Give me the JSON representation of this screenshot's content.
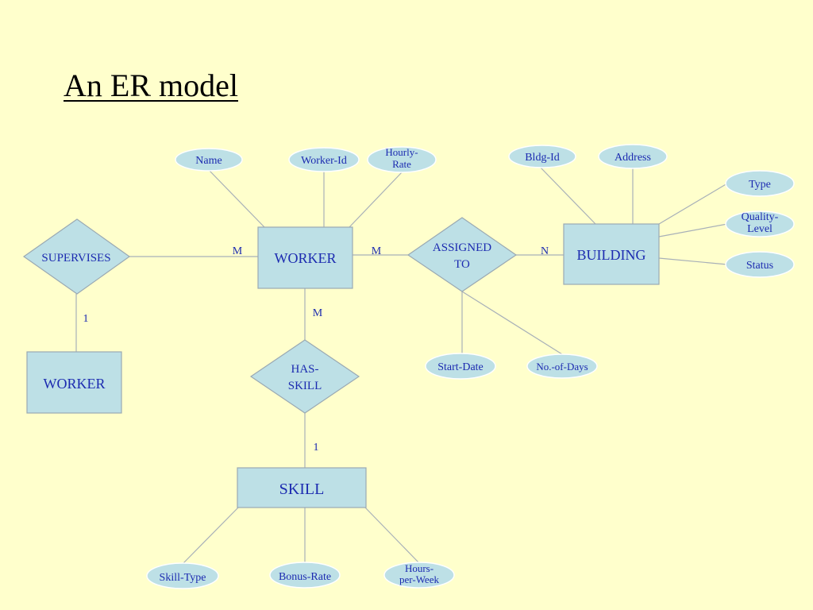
{
  "title": "An ER model",
  "entities": {
    "worker_main": "WORKER",
    "worker_supervisor": "WORKER",
    "building": "BUILDING",
    "skill": "SKILL"
  },
  "relationships": {
    "supervises": [
      "SUPERVISES"
    ],
    "assigned_to": [
      "ASSIGNED",
      "TO"
    ],
    "has_skill": [
      "HAS-",
      "SKILL"
    ]
  },
  "attributes": {
    "name": [
      "Name"
    ],
    "worker_id": [
      "Worker-Id"
    ],
    "hourly_rate": [
      "Hourly-",
      "Rate"
    ],
    "bldg_id": [
      "Bldg-Id"
    ],
    "address": [
      "Address"
    ],
    "type": [
      "Type"
    ],
    "quality_level": [
      "Quality-",
      "Level"
    ],
    "status": [
      "Status"
    ],
    "start_date": [
      "Start-Date"
    ],
    "no_of_days": [
      "No.-of-Days"
    ],
    "skill_type": [
      "Skill-Type"
    ],
    "bonus_rate": [
      "Bonus-Rate"
    ],
    "hours_per_week": [
      "Hours-",
      "per-Week"
    ]
  },
  "cardinalities": {
    "supervises_worker": "M",
    "supervises_supervisor": "1",
    "assigned_worker": "M",
    "assigned_building": "N",
    "hasskill_worker": "M",
    "hasskill_skill": "1"
  },
  "colors": {
    "background": "#ffffcc",
    "shape_fill": "#bde0e6",
    "text": "#1c2bb0",
    "connector": "#a8b0b8"
  }
}
